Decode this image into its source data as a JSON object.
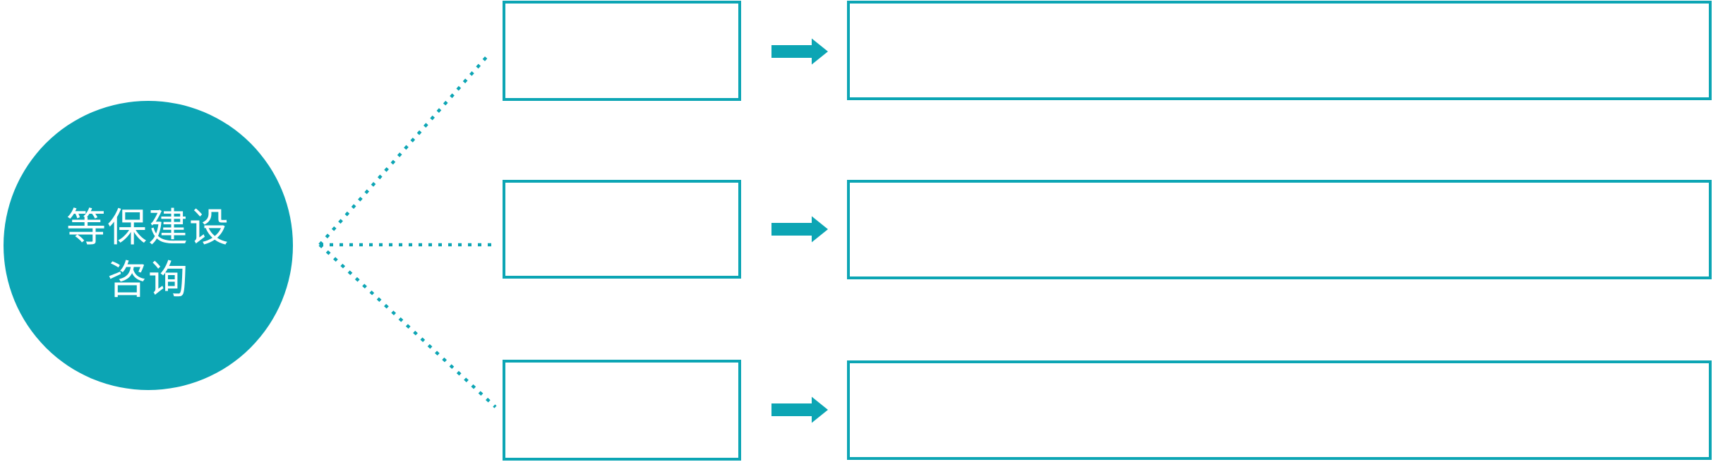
{
  "meta": {
    "kind": "smartart-flow-diagram",
    "background": "#ffffff"
  },
  "colors": {
    "accent": "#0ca5b4",
    "hub_text": "#ffffff",
    "box_fill": "#ffffff"
  },
  "hub": {
    "label_line1": "等保建设",
    "label_line2": "咨询"
  },
  "rows": [
    {
      "step_label": "",
      "detail_label": ""
    },
    {
      "step_label": "",
      "detail_label": ""
    },
    {
      "step_label": "",
      "detail_label": ""
    }
  ],
  "icons": {
    "flow_arrow": "arrow-right",
    "connector": "dotted-line-fan"
  }
}
